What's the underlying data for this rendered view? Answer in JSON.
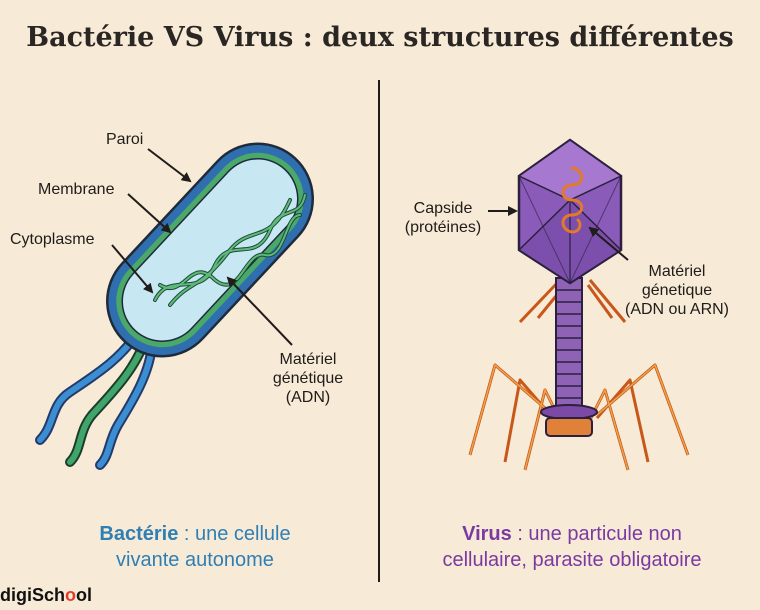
{
  "title": "Bactérie VS Virus : deux structures différentes",
  "bacteria": {
    "labels": {
      "wall": "Paroi",
      "membrane": "Membrane",
      "cytoplasm": "Cytoplasme",
      "genetic_line1": "Matériel",
      "genetic_line2": "génétique",
      "genetic_line3": "(ADN)"
    },
    "caption_bold": "Bactérie",
    "caption_rest1": " : une cellule",
    "caption_line2": "vivante autonome",
    "color": "#2f7fb5"
  },
  "virus": {
    "labels": {
      "capsid_line1": "Capside",
      "capsid_line2": "(protéines)",
      "genetic_line1": "Matériel",
      "genetic_line2": "génetique",
      "genetic_line3": "(ADN ou ARN)"
    },
    "caption_bold": "Virus",
    "caption_rest1": " : une particule non",
    "caption_line2": "cellulaire, parasite obligatoire",
    "color": "#7a3aa2"
  },
  "logo": {
    "part1": "digiSch",
    "part2": "o",
    "part3": "ol"
  }
}
